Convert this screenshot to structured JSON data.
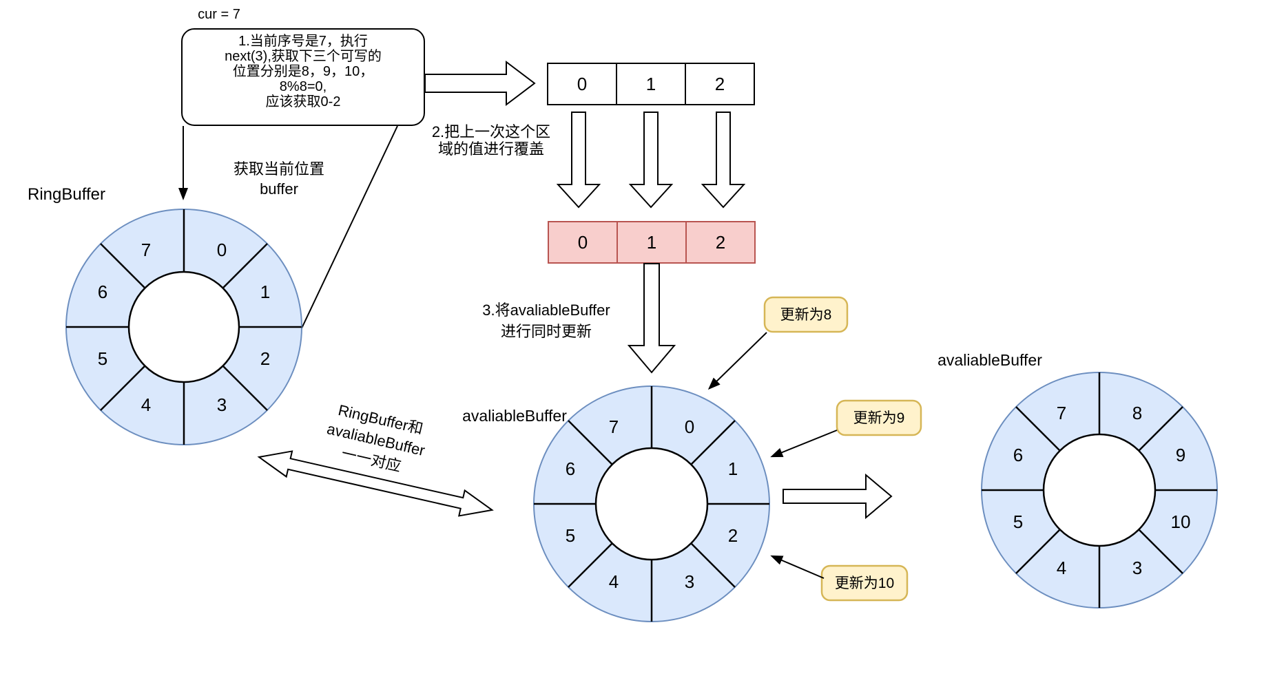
{
  "labels": {
    "cur": "cur = 7",
    "ring_left_title": "RingBuffer",
    "ring_middle_title": "avaliableBuffer",
    "ring_right_title": "avaliableBuffer"
  },
  "note_box": {
    "lines": [
      "1.当前序号是7，执行",
      "next(3),获取下三个可写的",
      "位置分别是8，9，10，",
      "8%8=0,",
      "应该获取0-2"
    ]
  },
  "step2": {
    "lines": [
      "2.把上一次这个区",
      "域的值进行覆盖"
    ]
  },
  "step3": {
    "lines": [
      "3.将avaliableBuffer",
      "进行同时更新"
    ]
  },
  "get_current": {
    "lines": [
      "获取当前位置",
      "buffer"
    ]
  },
  "mapping": {
    "lines": [
      "RingBuffer和",
      "avaliableBuffer",
      "一一对应"
    ]
  },
  "callouts": {
    "update8": "更新为8",
    "update9": "更新为9",
    "update10": "更新为10"
  },
  "arrays": {
    "top": [
      "0",
      "1",
      "2"
    ],
    "overwrite": [
      "0",
      "1",
      "2"
    ]
  },
  "rings": {
    "left": {
      "segments": [
        "0",
        "1",
        "2",
        "3",
        "4",
        "5",
        "6",
        "7"
      ]
    },
    "middle": {
      "segments": [
        "0",
        "1",
        "2",
        "3",
        "4",
        "5",
        "6",
        "7"
      ]
    },
    "right": {
      "segments": [
        "8",
        "9",
        "10",
        "3",
        "4",
        "5",
        "6",
        "7"
      ]
    }
  },
  "colors": {
    "ring_fill": "#dae8fc",
    "ring_stroke": "#6c8ebf",
    "overwrite_fill": "#f8cecc",
    "overwrite_stroke": "#b85450",
    "callout_fill": "#fff2cc",
    "callout_stroke": "#d6b656",
    "updated_number": "#ff3333"
  }
}
